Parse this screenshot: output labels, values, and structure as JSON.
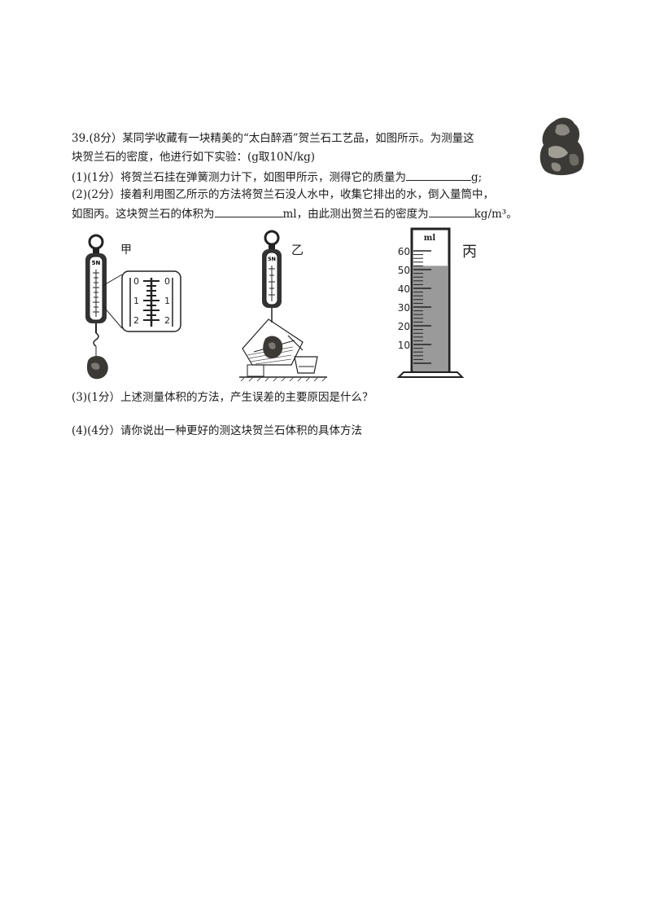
{
  "question": {
    "line1": "39.(8分）某同学收藏有一块精美的“太白醉酒”贺兰石工艺品，如图所示。为测量这",
    "line2": "块贺兰石的密度，他进行如下实验：(g取10N/kg)",
    "q1_text": "(1)(1分）将贺兰石挂在弹簧测力计下，如图甲所示，测得它的质量为",
    "q1_unit": "g;",
    "q2_text_a": "(2)(2分）接着利用图乙所示的方法将贺兰石没人水中，收集它排出的水，倒入量筒中，",
    "q2_text_b": "如图丙。这块贺兰石的体积为",
    "q2_unit_a": "ml，由此测出贺兰石的密度为",
    "q2_unit_b": "kg/m³。",
    "q3": "(3)(1分）上述测量体积的方法，产生误差的主要原因是什么？",
    "q4": "(4)(4分）请你说出一种更好的测这块贺兰石体积的具体方法"
  },
  "figures": {
    "jia": {
      "label": "甲",
      "scale_marking": "5N",
      "zoom_ticks_left": [
        "0",
        "1",
        "2"
      ],
      "zoom_ticks_right": [
        "0",
        "1",
        "2"
      ]
    },
    "yi": {
      "label": "乙",
      "scale_marking": "5N"
    },
    "bing": {
      "label": "丙",
      "unit": "ml",
      "ticks": [
        "60",
        "50",
        "40",
        "30",
        "20",
        "10"
      ],
      "water_level_ml": 52
    }
  }
}
